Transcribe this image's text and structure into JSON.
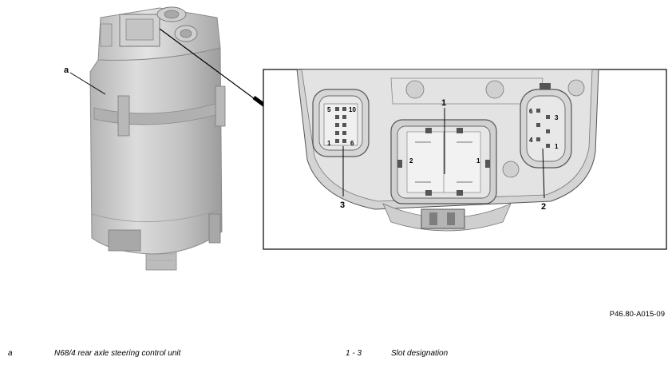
{
  "callouts": {
    "a": "a",
    "n1": "1",
    "n2": "2",
    "n3": "3"
  },
  "connector3": {
    "p5": "5",
    "p10": "10",
    "p1": "1",
    "p6": "6"
  },
  "connector2": {
    "p6": "6",
    "p3": "3",
    "p4": "4",
    "p1": "1"
  },
  "connector1": {
    "p2": "2",
    "p1": "1"
  },
  "reference": "P46.80-A015-09",
  "legend": [
    {
      "key": "a",
      "text": "N68/4 rear axle steering control unit"
    },
    {
      "key": "1 - 3",
      "text": "Slot designation"
    }
  ],
  "colors": {
    "body": "#c8c8c8",
    "shade": "#9a9a9a",
    "light": "#e2e2e2",
    "line": "#000000"
  }
}
